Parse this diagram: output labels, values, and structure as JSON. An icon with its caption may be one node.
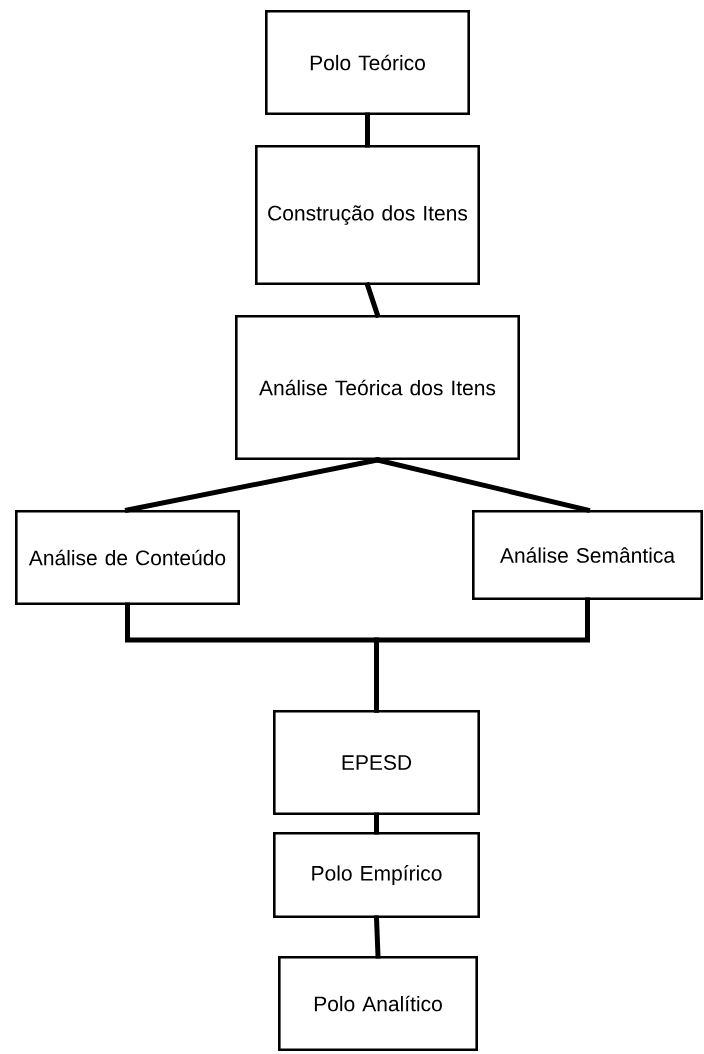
{
  "diagram": {
    "nodes": [
      {
        "text": [
          "Polo Teórico"
        ]
      },
      {
        "text": [
          "Construção dos Itens"
        ]
      },
      {
        "text": [
          "Análise Teórica dos Itens"
        ]
      },
      {
        "text": [
          "Análise de Conteúdo"
        ]
      },
      {
        "text": [
          "Análise Semântica"
        ]
      },
      {
        "text": [
          "EPESD"
        ]
      },
      {
        "text": [
          "Polo Empírico"
        ]
      },
      {
        "text": [
          "Polo Analítico"
        ]
      }
    ],
    "edges": [
      {
        "from": 0,
        "to": 1,
        "arrow": "none"
      },
      {
        "from": 1,
        "to": 2,
        "arrow": "none"
      },
      {
        "from": 2,
        "to": 3,
        "arrow": "none"
      },
      {
        "from": 2,
        "to": 4,
        "arrow": "none"
      },
      {
        "from": 3,
        "to": 5,
        "arrow": "none"
      },
      {
        "from": 4,
        "to": 5,
        "arrow": "none"
      },
      {
        "from": 5,
        "to": 6,
        "arrow": "none"
      },
      {
        "from": 6,
        "to": 7,
        "arrow": "none"
      }
    ]
  }
}
